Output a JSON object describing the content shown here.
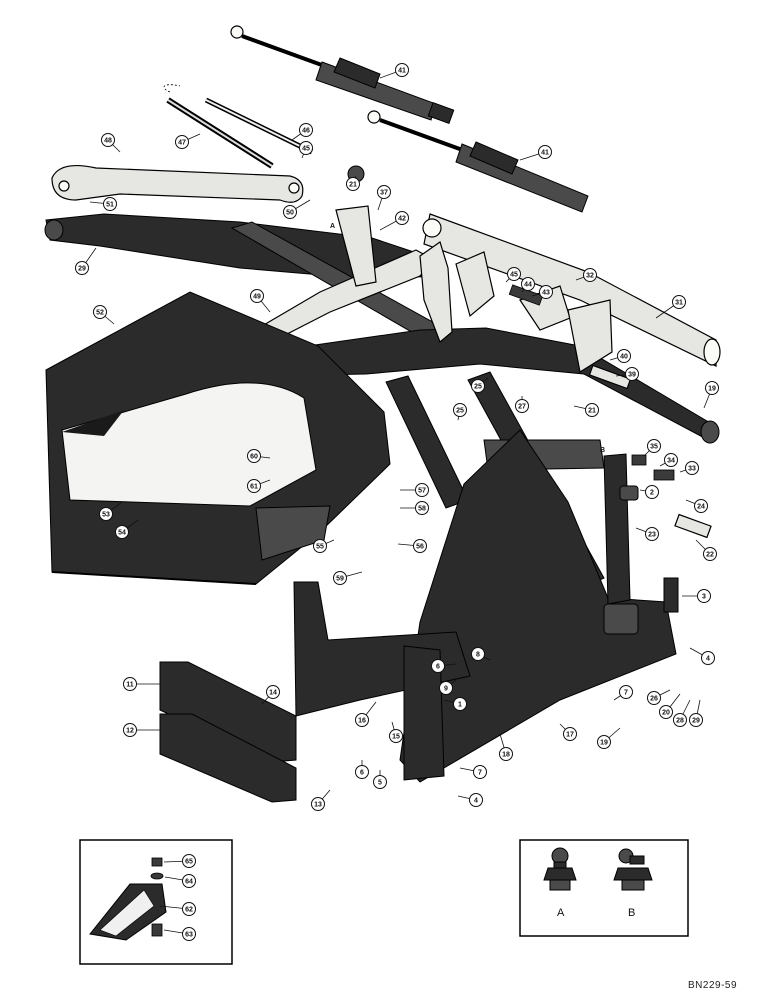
{
  "parts": {
    "callouts": [
      "41",
      "41",
      "47",
      "46",
      "45",
      "48",
      "21",
      "37",
      "42",
      "51",
      "50",
      "29",
      "32",
      "45",
      "44",
      "43",
      "31",
      "49",
      "52",
      "40",
      "39",
      "19",
      "25",
      "27",
      "21",
      "25",
      "34",
      "35",
      "33",
      "2",
      "24",
      "23",
      "22",
      "60",
      "61",
      "57",
      "58",
      "53",
      "54",
      "55",
      "56",
      "59",
      "3",
      "6",
      "9",
      "8",
      "4",
      "26",
      "20",
      "28",
      "29",
      "14",
      "11",
      "12",
      "7",
      "17",
      "16",
      "15",
      "1",
      "18",
      "7",
      "19",
      "5",
      "6",
      "4",
      "13"
    ],
    "grease_fitting_labels": [
      "A",
      "B"
    ],
    "tooth_kit_callouts": [
      "65",
      "64",
      "62",
      "63"
    ],
    "lube_point_marks": [
      "A",
      "B"
    ]
  },
  "figure_code": "BN229-59",
  "colors": {
    "line": "#000000",
    "dark_paint": "#2b2b2b",
    "light_part": "#e6e6e2",
    "background": "#ffffff"
  }
}
